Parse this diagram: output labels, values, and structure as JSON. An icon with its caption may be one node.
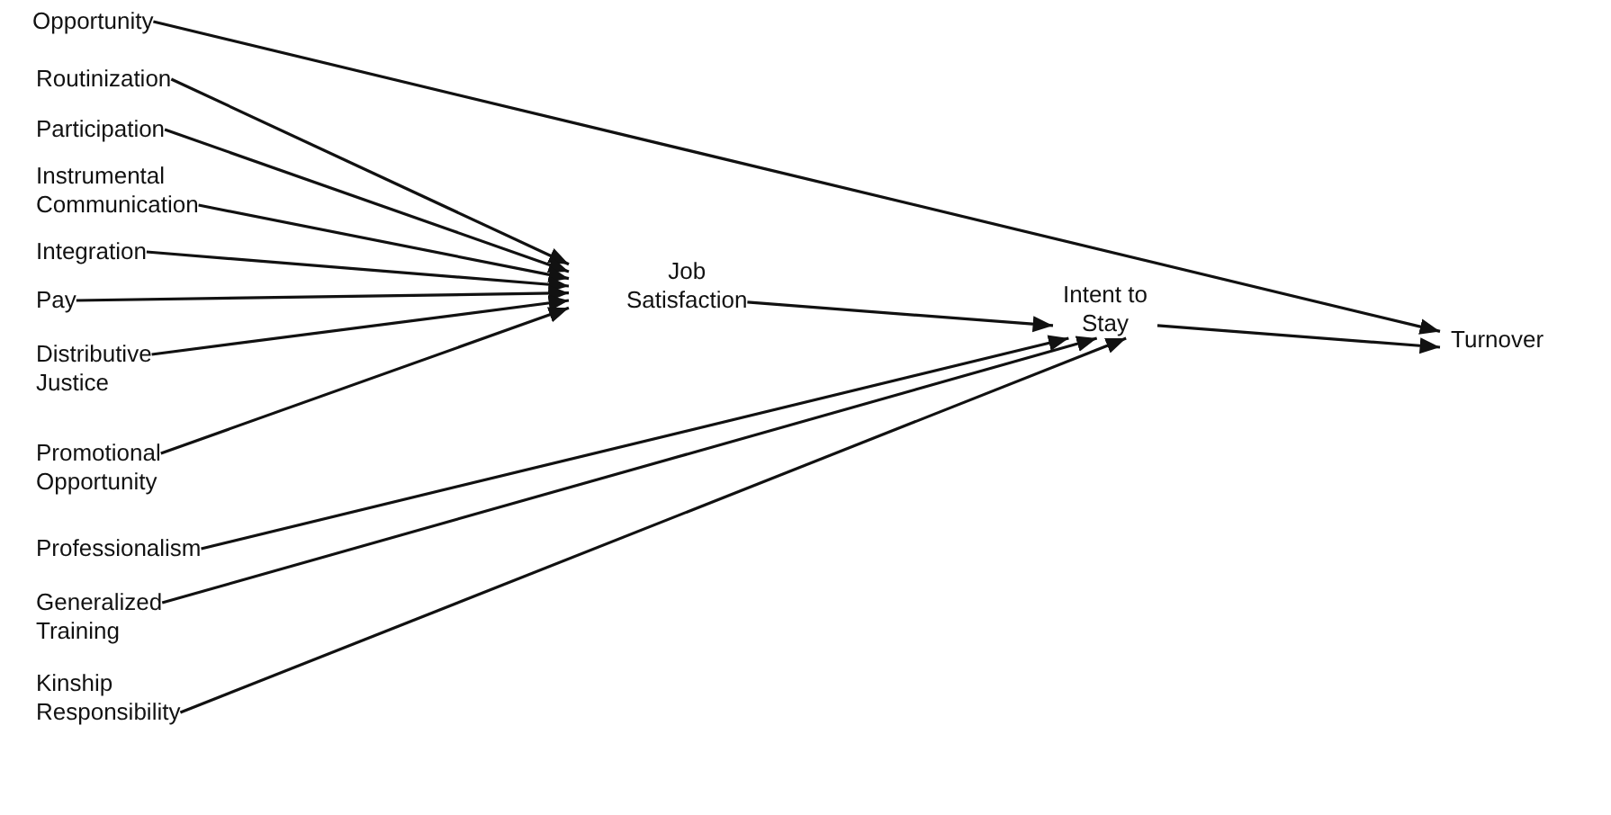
{
  "diagram": {
    "nodes": [
      {
        "text": [
          "Opportunity"
        ]
      },
      {
        "text": [
          "Routinization"
        ]
      },
      {
        "text": [
          "Participation"
        ]
      },
      {
        "text": [
          "Instrumental Communication"
        ]
      },
      {
        "text": [
          "Integration"
        ]
      },
      {
        "text": [
          "Pay"
        ]
      },
      {
        "text": [
          "Distributive Justice"
        ]
      },
      {
        "text": [
          "Promotional Opportunity"
        ]
      },
      {
        "text": [
          "Professionalism"
        ]
      },
      {
        "text": [
          "Generalized Training"
        ]
      },
      {
        "text": [
          "Kinship Responsibility"
        ]
      },
      {
        "text": [
          "Job Satisfaction"
        ]
      },
      {
        "text": [
          "Intent to Stay"
        ]
      },
      {
        "text": [
          "Turnover"
        ]
      }
    ],
    "edges": [
      {
        "from": 0,
        "to": 13,
        "arrow": "to"
      },
      {
        "from": 1,
        "to": 11,
        "arrow": "to"
      },
      {
        "from": 2,
        "to": 11,
        "arrow": "to"
      },
      {
        "from": 3,
        "to": 11,
        "arrow": "to"
      },
      {
        "from": 4,
        "to": 11,
        "arrow": "to"
      },
      {
        "from": 5,
        "to": 11,
        "arrow": "to"
      },
      {
        "from": 6,
        "to": 11,
        "arrow": "to"
      },
      {
        "from": 7,
        "to": 11,
        "arrow": "to"
      },
      {
        "from": 11,
        "to": 12,
        "arrow": "to"
      },
      {
        "from": 8,
        "to": 12,
        "arrow": "to"
      },
      {
        "from": 9,
        "to": 12,
        "arrow": "to"
      },
      {
        "from": 10,
        "to": 12,
        "arrow": "to"
      },
      {
        "from": 12,
        "to": 13,
        "arrow": "to"
      }
    ]
  }
}
